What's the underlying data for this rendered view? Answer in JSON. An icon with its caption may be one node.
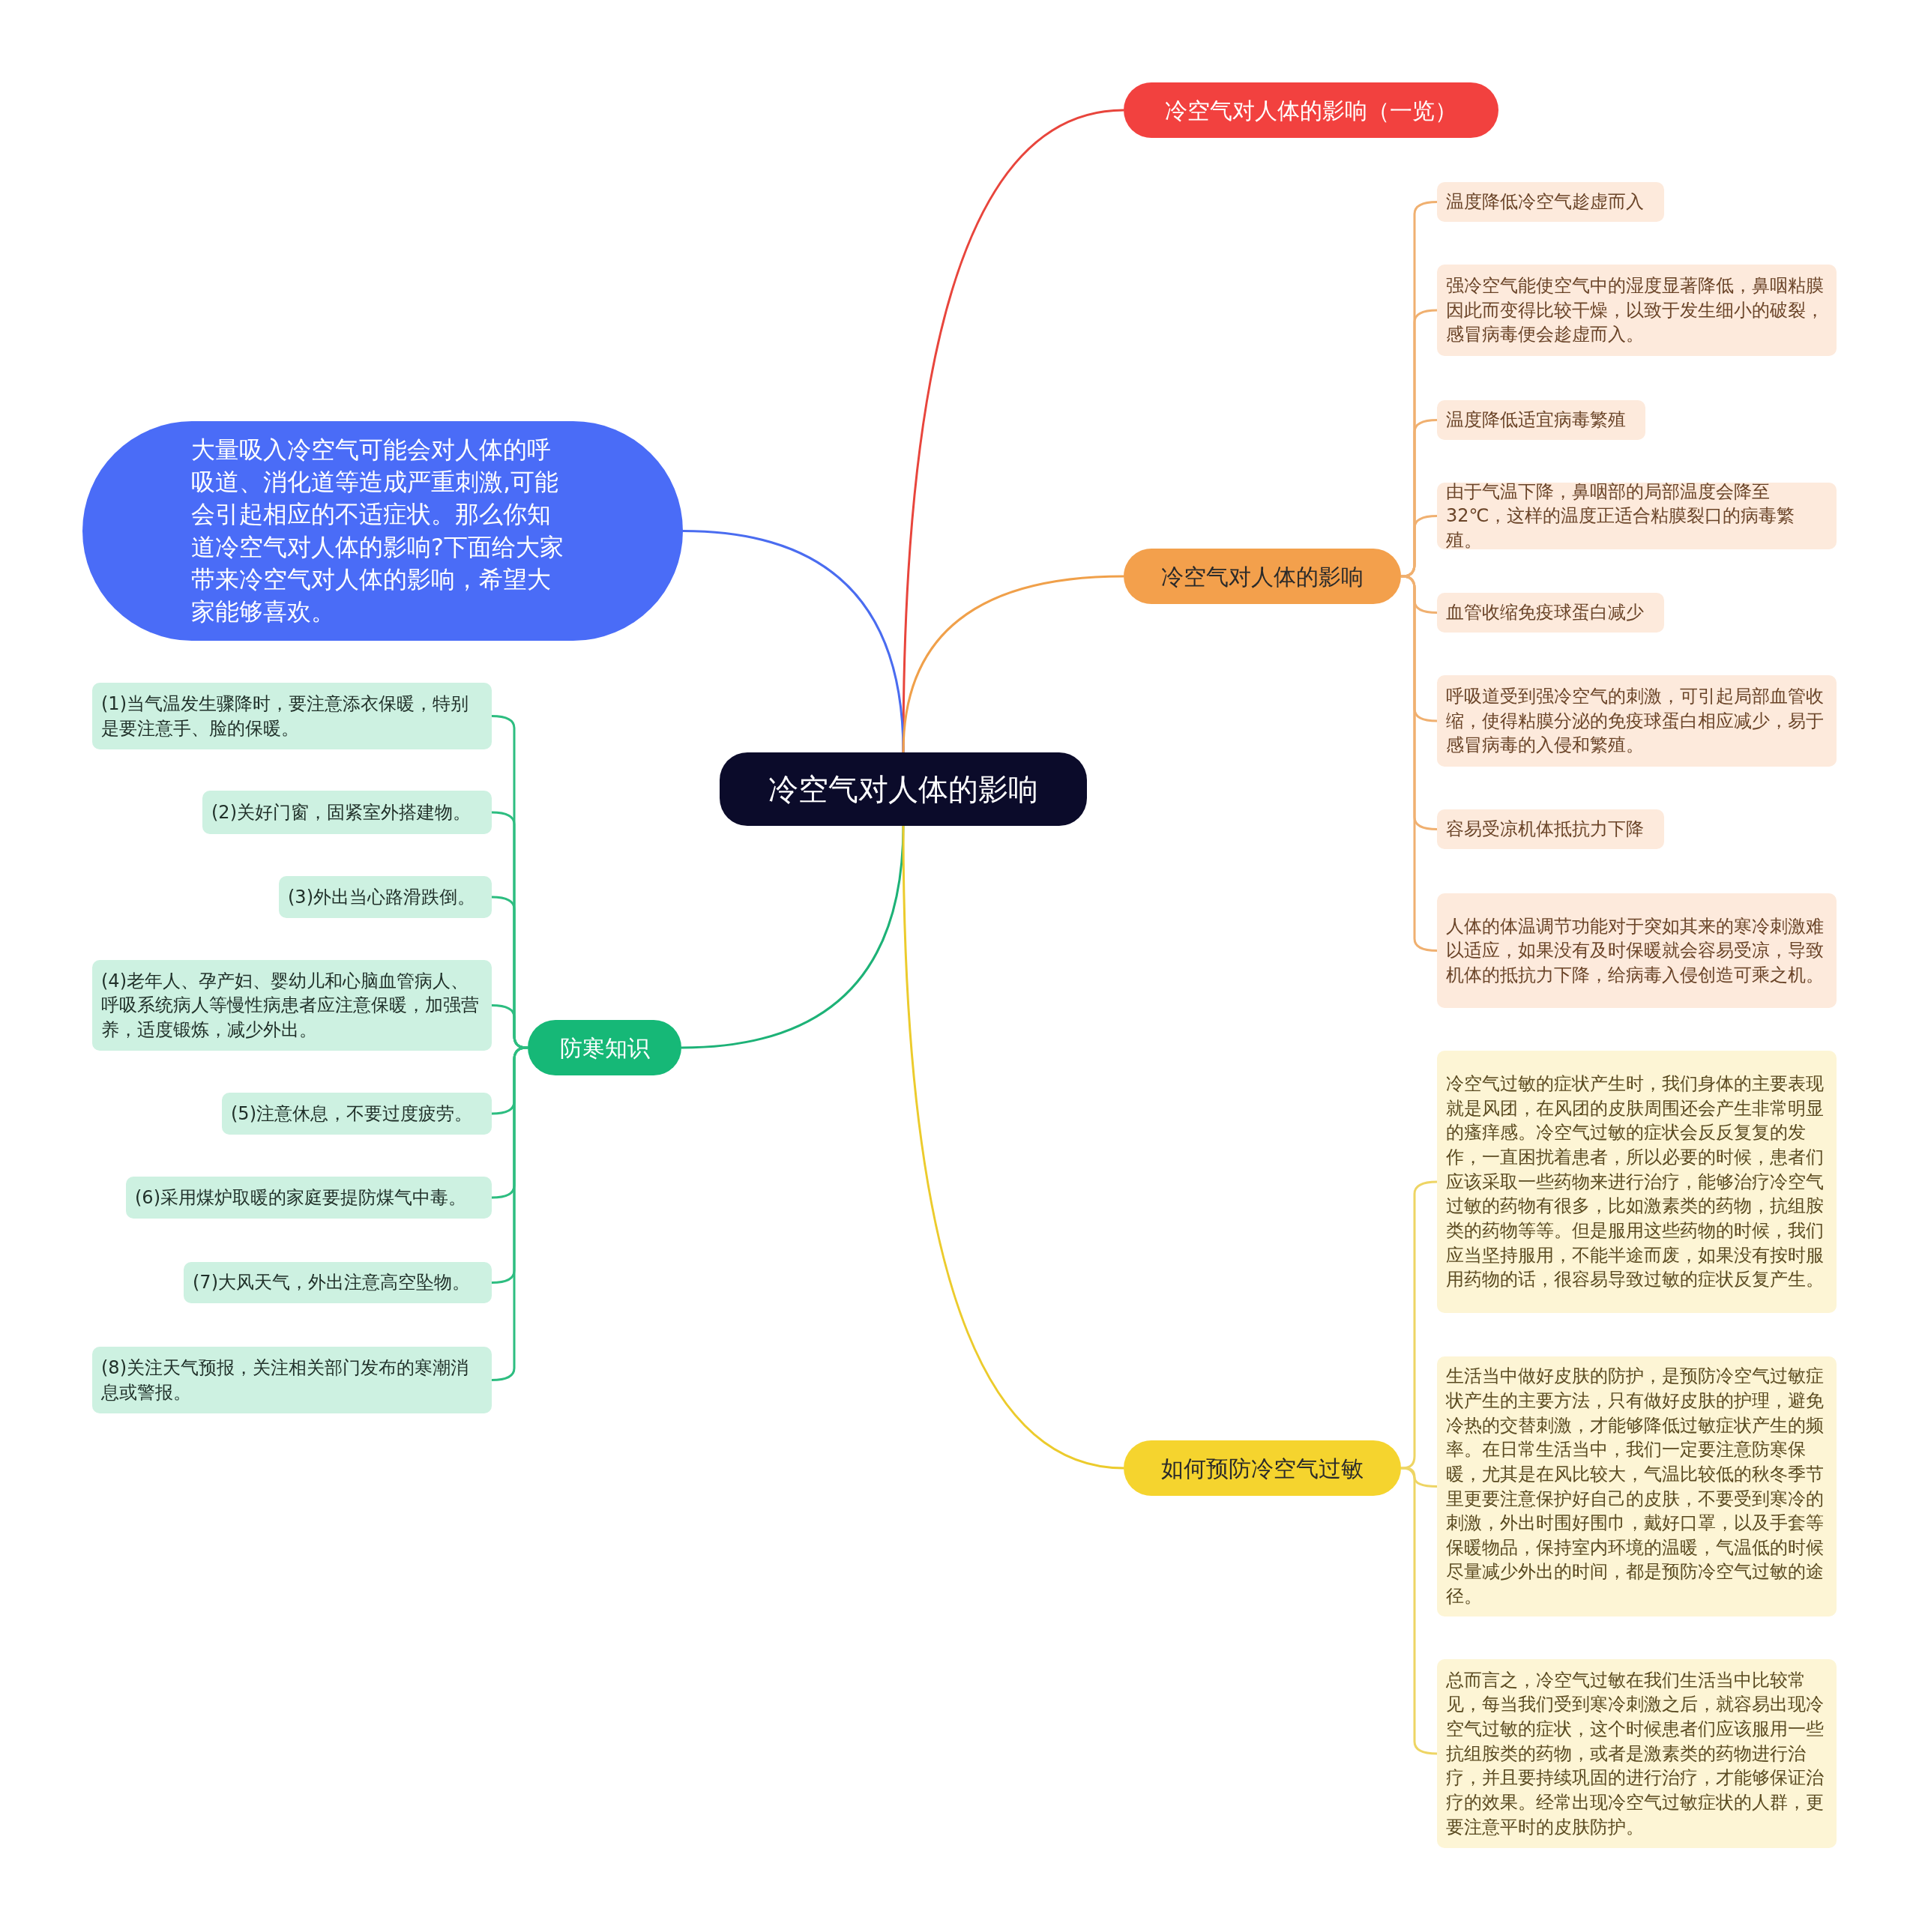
{
  "diagram": {
    "nodes": [
      {
        "text": [
          "冷空气对人体的影响"
        ]
      },
      {
        "text": [
          "冷空气对人体的影响（一览）"
        ]
      },
      {
        "text": [
          "大量吸入冷空气可能会对人体的呼吸道、消化道等造成严重刺激,可能会引起相应的不适症状。那么你知道冷空气对人体的影响?下面给大家带来冷空气对人体的影响，希望大家能够喜欢。"
        ]
      },
      {
        "text": [
          "冷空气对人体的影响"
        ]
      },
      {
        "text": [
          "温度降低冷空气趁虚而入"
        ]
      },
      {
        "text": [
          "强冷空气能使空气中的湿度显著降低，鼻咽粘膜因此而变得比较干燥，以致于发生细小的破裂，感冒病毒便会趁虚而入。"
        ]
      },
      {
        "text": [
          "温度降低适宜病毒繁殖"
        ]
      },
      {
        "text": [
          "由于气温下降，鼻咽部的局部温度会降至32℃，这样的温度正适合粘膜裂口的病毒繁殖。"
        ]
      },
      {
        "text": [
          "血管收缩免疫球蛋白减少"
        ]
      },
      {
        "text": [
          "呼吸道受到强冷空气的刺激，可引起局部血管收缩，使得粘膜分泌的免疫球蛋白相应减少，易于感冒病毒的入侵和繁殖。"
        ]
      },
      {
        "text": [
          "容易受凉机体抵抗力下降"
        ]
      },
      {
        "text": [
          "人体的体温调节功能对于突如其来的寒冷刺激难以适应，如果没有及时保暖就会容易受凉，导致机体的抵抗力下降，给病毒入侵创造可乘之机。"
        ]
      },
      {
        "text": [
          "防寒知识"
        ]
      },
      {
        "text": [
          "(1)当气温发生骤降时，要注意添衣保暖，特别是要注意手、脸的保暖。"
        ]
      },
      {
        "text": [
          "(2)关好门窗，固紧室外搭建物。"
        ]
      },
      {
        "text": [
          "(3)外出当心路滑跌倒。"
        ]
      },
      {
        "text": [
          "(4)老年人、孕产妇、婴幼儿和心脑血管病人、呼吸系统病人等慢性病患者应注意保暖，加强营养，适度锻炼，减少外出。"
        ]
      },
      {
        "text": [
          "(5)注意休息，不要过度疲劳。"
        ]
      },
      {
        "text": [
          "(6)采用煤炉取暖的家庭要提防煤气中毒。"
        ]
      },
      {
        "text": [
          "(7)大风天气，外出注意高空坠物。"
        ]
      },
      {
        "text": [
          "(8)关注天气预报，关注相关部门发布的寒潮消息或警报。"
        ]
      },
      {
        "text": [
          "如何预防冷空气过敏"
        ]
      },
      {
        "text": [
          "冷空气过敏的症状产生时，我们身体的主要表现就是风团，在风团的皮肤周围还会产生非常明显的瘙痒感。冷空气过敏的症状会反反复复的发作，一直困扰着患者，所以必要的时候，患者们应该采取一些药物来进行治疗，能够治疗冷空气过敏的药物有很多，比如激素类的药物，抗组胺类的药物等等。但是服用这些药物的时候，我们应当坚持服用，不能半途而废，如果没有按时服用药物的话，很容易导致过敏的症状反复产生。"
        ]
      },
      {
        "text": [
          "生活当中做好皮肤的防护，是预防冷空气过敏症状产生的主要方法，只有做好皮肤的护理，避免冷热的交替刺激，才能够降低过敏症状产生的频率。在日常生活当中，我们一定要注意防寒保暖，尤其是在风比较大，气温比较低的秋冬季节里更要注意保护好自己的皮肤，不要受到寒冷的刺激，外出时围好围巾，戴好口罩，以及手套等保暖物品，保持室内环境的温暖，气温低的时候尽量减少外出的时间，都是预防冷空气过敏的途径。"
        ]
      },
      {
        "text": [
          "总而言之，冷空气过敏在我们生活当中比较常见，每当我们受到寒冷刺激之后，就容易出现冷空气过敏的症状，这个时候患者们应该服用一些抗组胺类的药物，或者是激素类的药物进行治疗，并且要持续巩固的进行治疗，才能够保证治疗的效果。经常出现冷空气过敏症状的人群，更要注意平时的皮肤防护。"
        ]
      }
    ],
    "edges": [
      {
        "from": 0,
        "to": 1,
        "arrow": "none",
        "color": "#e8453c"
      },
      {
        "from": 0,
        "to": 2,
        "arrow": "none",
        "color": "#4a6cf0"
      },
      {
        "from": 0,
        "to": 3,
        "arrow": "none",
        "color": "#f0a04a"
      },
      {
        "from": 3,
        "to": 4,
        "arrow": "none",
        "color": "#f0b070"
      },
      {
        "from": 3,
        "to": 5,
        "arrow": "none",
        "color": "#f0b070"
      },
      {
        "from": 3,
        "to": 6,
        "arrow": "none",
        "color": "#f0b070"
      },
      {
        "from": 3,
        "to": 7,
        "arrow": "none",
        "color": "#f0b070"
      },
      {
        "from": 3,
        "to": 8,
        "arrow": "none",
        "color": "#f0b070"
      },
      {
        "from": 3,
        "to": 9,
        "arrow": "none",
        "color": "#f0b070"
      },
      {
        "from": 3,
        "to": 10,
        "arrow": "none",
        "color": "#f0b070"
      },
      {
        "from": 3,
        "to": 11,
        "arrow": "none",
        "color": "#f0b070"
      },
      {
        "from": 0,
        "to": 12,
        "arrow": "none",
        "color": "#1db277"
      },
      {
        "from": 12,
        "to": 13,
        "arrow": "none",
        "color": "#2dbd80"
      },
      {
        "from": 12,
        "to": 14,
        "arrow": "none",
        "color": "#2dbd80"
      },
      {
        "from": 12,
        "to": 15,
        "arrow": "none",
        "color": "#2dbd80"
      },
      {
        "from": 12,
        "to": 16,
        "arrow": "none",
        "color": "#2dbd80"
      },
      {
        "from": 12,
        "to": 17,
        "arrow": "none",
        "color": "#2dbd80"
      },
      {
        "from": 12,
        "to": 18,
        "arrow": "none",
        "color": "#2dbd80"
      },
      {
        "from": 12,
        "to": 19,
        "arrow": "none",
        "color": "#2dbd80"
      },
      {
        "from": 12,
        "to": 20,
        "arrow": "none",
        "color": "#2dbd80"
      },
      {
        "from": 0,
        "to": 21,
        "arrow": "none",
        "color": "#eccb2c"
      },
      {
        "from": 21,
        "to": 22,
        "arrow": "none",
        "color": "#eed564"
      },
      {
        "from": 21,
        "to": 23,
        "arrow": "none",
        "color": "#eed564"
      },
      {
        "from": 21,
        "to": 24,
        "arrow": "none",
        "color": "#eed564"
      }
    ]
  }
}
